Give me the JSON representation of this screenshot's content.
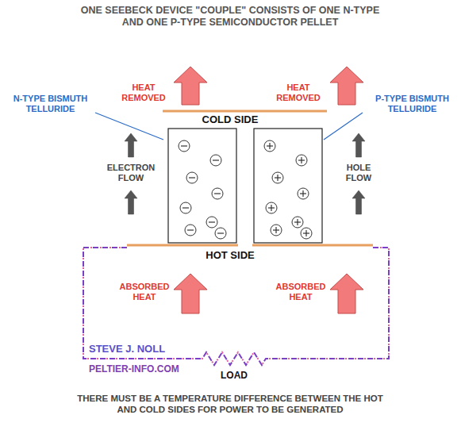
{
  "diagram": {
    "title": "ONE SEEBECK DEVICE \"COUPLE\" CONSISTS OF ONE N-TYPE AND ONE P-TYPE SEMICONDUCTOR PELLET",
    "caption": "THERE MUST BE A TEMPERATURE DIFFERENCE BETWEEN THE HOT AND COLD SIDES FOR POWER TO BE GENERATED",
    "labels": [
      "HEAT REMOVED",
      "HEAT REMOVED",
      "COLD SIDE",
      "N-TYPE BISMUTH TELLURIDE",
      "P-TYPE BISMUTH TELLURIDE",
      "ELECTRON FLOW",
      "HOLE FLOW",
      "HOT SIDE",
      "ABSORBED HEAT",
      "ABSORBED HEAT",
      "STEVE J. NOLL",
      "PELTIER-INFO.COM",
      "LOAD"
    ]
  }
}
